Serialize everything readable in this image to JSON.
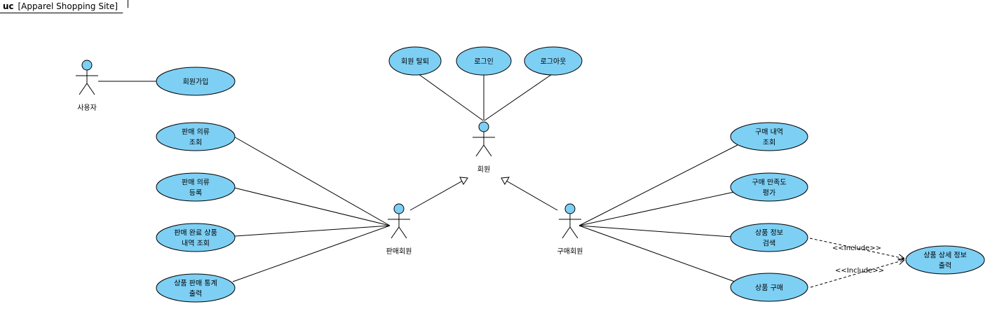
{
  "frame": {
    "keyword": "uc",
    "name": "[Apparel Shopping Site]"
  },
  "colors": {
    "usecase_fill": "#7ecff4",
    "line": "#000000",
    "actor_fill": "#7ecff4"
  },
  "actors": {
    "user": "사용자",
    "member": "회원",
    "seller": "판매회원",
    "buyer": "구매회원"
  },
  "usecases": {
    "signup": [
      "회원가입"
    ],
    "withdraw": [
      "회원 탈퇴"
    ],
    "login": [
      "로그인"
    ],
    "logout": [
      "로그아웃"
    ],
    "sale_view": [
      "판매 의류",
      "조회"
    ],
    "sale_register": [
      "판매 의류",
      "등록"
    ],
    "sold_history": [
      "판매 완료 상품",
      "내역 조회"
    ],
    "sale_stats": [
      "상품 판매 통계",
      "출력"
    ],
    "purchase_history": [
      "구매 내역",
      "조회"
    ],
    "satisfaction": [
      "구매 만족도",
      "평가"
    ],
    "product_search": [
      "상품 정보",
      "검색"
    ],
    "purchase": [
      "상품 구매"
    ],
    "product_detail": [
      "상품 상세 정보",
      "출력"
    ]
  },
  "stereotypes": {
    "include1": "<<Include>>",
    "include2": "<<Include>>"
  }
}
